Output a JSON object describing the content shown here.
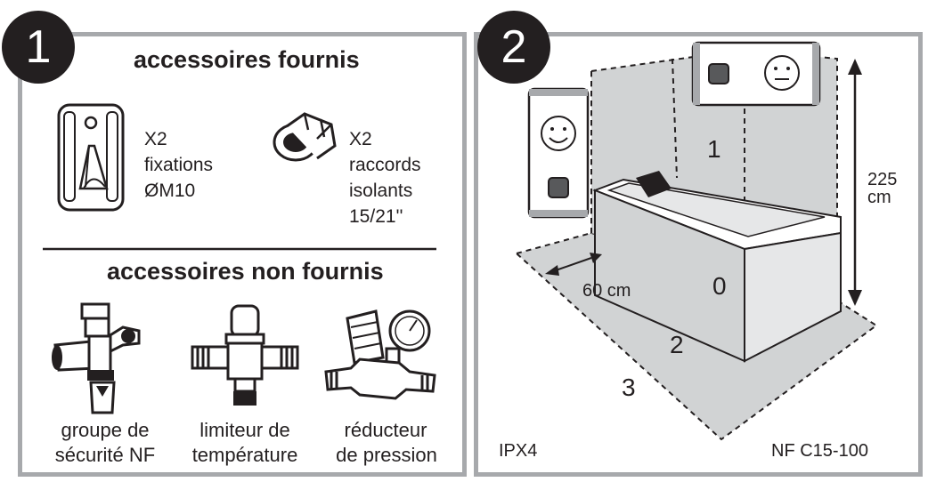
{
  "panel1": {
    "badge": "1",
    "title_supplied": "accessoires fournis",
    "fixations": {
      "qty": "X2",
      "line1": "fixations",
      "line2": "ØM10"
    },
    "raccords": {
      "qty": "X2",
      "line1": "raccords",
      "line2": "isolants",
      "line3": "15/21''"
    },
    "title_not_supplied": "accessoires non fournis",
    "items": [
      {
        "line1": "groupe de",
        "line2": "sécurité NF"
      },
      {
        "line1": "limiteur de",
        "line2": "température"
      },
      {
        "line1": "réducteur",
        "line2": "de pression"
      }
    ]
  },
  "panel2": {
    "badge": "2",
    "height_value": "225",
    "height_unit": "cm",
    "distance": "60 cm",
    "zones": [
      "0",
      "1",
      "2",
      "3"
    ],
    "protection": "IPX4",
    "norm": "NF C15-100"
  },
  "colors": {
    "border": "#a7a9ac",
    "zone_fill": "#d1d3d4",
    "ink": "#231f20",
    "paper": "#ffffff"
  }
}
